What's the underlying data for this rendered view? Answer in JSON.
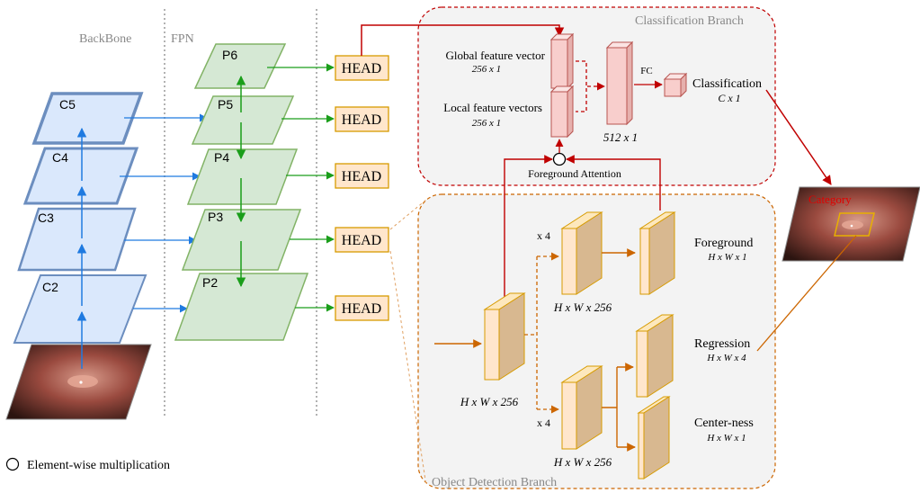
{
  "section_labels": {
    "backbone": "BackBone",
    "fpn": "FPN"
  },
  "backbone_levels": [
    "C5",
    "C4",
    "C3",
    "C2"
  ],
  "fpn_levels": [
    "P6",
    "P5",
    "P4",
    "P3",
    "P2"
  ],
  "head_label": "HEAD",
  "classification_branch": {
    "title": "Classification Branch",
    "global_label": "Global feature vector",
    "global_dim": "256 x 1",
    "local_label": "Local feature vectors",
    "local_dim": "256 x 1",
    "concat_dim": "512 x 1",
    "fc_label": "FC",
    "output_label": "Classification",
    "output_dim": "C x 1",
    "attention_label": "Foreground Attention"
  },
  "detection_branch": {
    "title": "Object Detection Branch",
    "input_dim": "H x W x 256",
    "x4_top": "x 4",
    "x4_bottom": "x 4",
    "top_dim": "H x W x 256",
    "bottom_dim": "H x W x 256",
    "foreground_label": "Foreground",
    "foreground_dim": "H x W x 1",
    "regression_label": "Regression",
    "regression_dim": "H x W x 4",
    "centerness_label": "Center-ness",
    "centerness_dim": "H x W x 1"
  },
  "output_tag": "Category",
  "legend": "Element-wise multiplication",
  "colors": {
    "backbone_fill": "#dae8fc",
    "backbone_stroke": "#6c8ebf",
    "fpn_fill": "#d5e8d4",
    "fpn_stroke": "#82b366",
    "head_fill": "#ffe6cc",
    "head_stroke": "#d79b00",
    "cls_fill": "#f8cecc",
    "cls_stroke": "#b85450",
    "red": "#c00000",
    "blue": "#1f7ae0",
    "green": "#1a9e1a",
    "orange": "#cc6600"
  }
}
